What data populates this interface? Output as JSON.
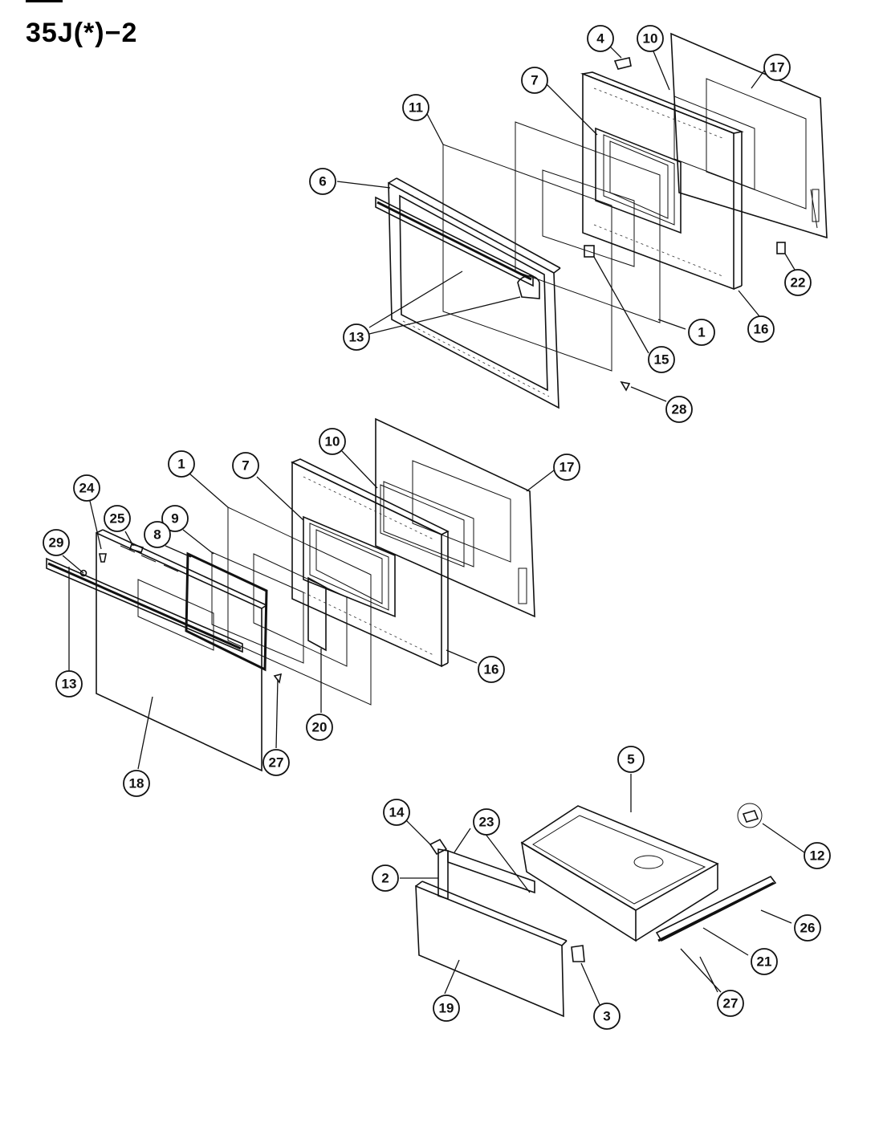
{
  "diagram_title": "35J(*)−2",
  "callouts": {
    "c4": "4",
    "c10a": "10",
    "c17a": "17",
    "c7a": "7",
    "c11": "11",
    "c6": "6",
    "c22": "22",
    "c1a": "1",
    "c16a": "16",
    "c13a": "13",
    "c15": "15",
    "c28": "28",
    "c10b": "10",
    "c17b": "17",
    "c1b": "1",
    "c7b": "7",
    "c24": "24",
    "c25": "25",
    "c9": "9",
    "c29": "29",
    "c8": "8",
    "c16b": "16",
    "c13b": "13",
    "c20": "20",
    "c27a": "27",
    "c18": "18",
    "c5": "5",
    "c14": "14",
    "c23": "23",
    "c12": "12",
    "c2": "2",
    "c26": "26",
    "c21": "21",
    "c27b": "27",
    "c19": "19",
    "c3": "3"
  }
}
